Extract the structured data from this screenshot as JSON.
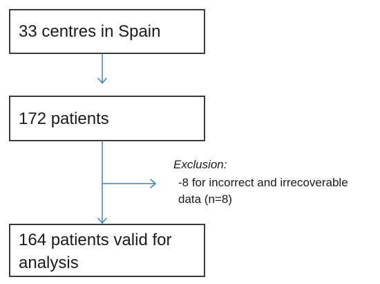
{
  "flowchart": {
    "boxes": [
      {
        "label": "33 centres in Spain"
      },
      {
        "label": "172 patients"
      },
      {
        "label": "164 patients valid for\nanalysis"
      }
    ],
    "exclusion": {
      "title": "Exclusion:",
      "text": "-8 for incorrect and irrecoverable\n data (n=8)"
    }
  },
  "colors": {
    "box_border": "#3a3a3a",
    "arrow": "#3b84c4",
    "text": "#1a1a1a"
  }
}
